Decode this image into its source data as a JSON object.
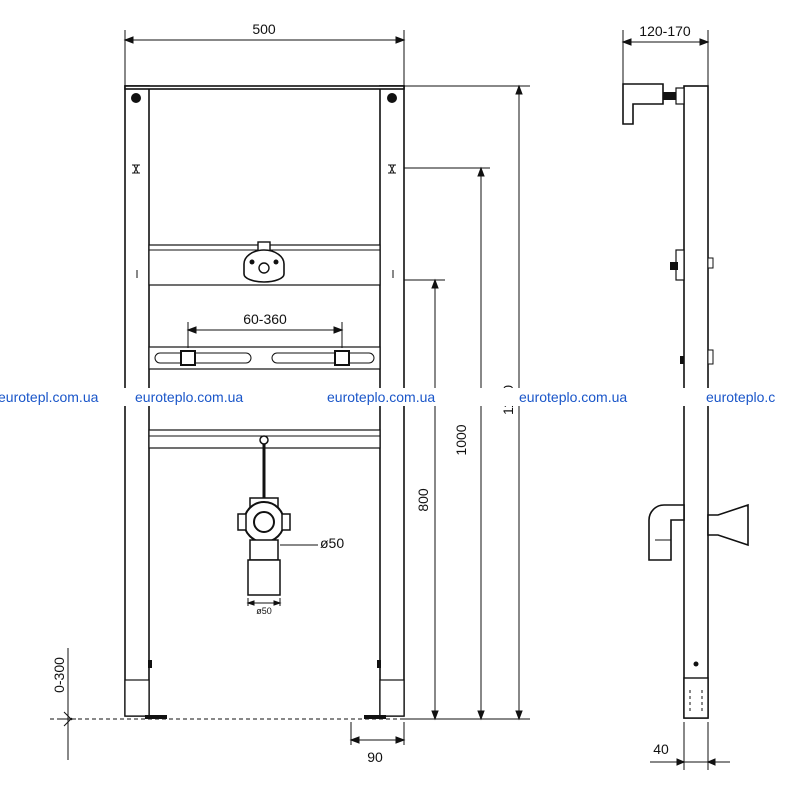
{
  "dimensions": {
    "frame_width": "500",
    "depth_range": "120-170",
    "connector_spacing": "60-360",
    "total_height": "1120",
    "height_1000": "1000",
    "height_800": "800",
    "floor_offset": "0-300",
    "foot_offset": "90",
    "pipe_diameter_large": "ø50",
    "pipe_diameter_small": "ø50",
    "profile_depth": "40"
  },
  "watermark": {
    "text_left": "eurotepl.com.ua",
    "text_1": "euroteplo.com.ua",
    "text_2": "euroteplo.com.ua",
    "text_3": "euroteplo.com.ua",
    "text_right": "euroteplo.c",
    "color": "#1a56c9"
  }
}
